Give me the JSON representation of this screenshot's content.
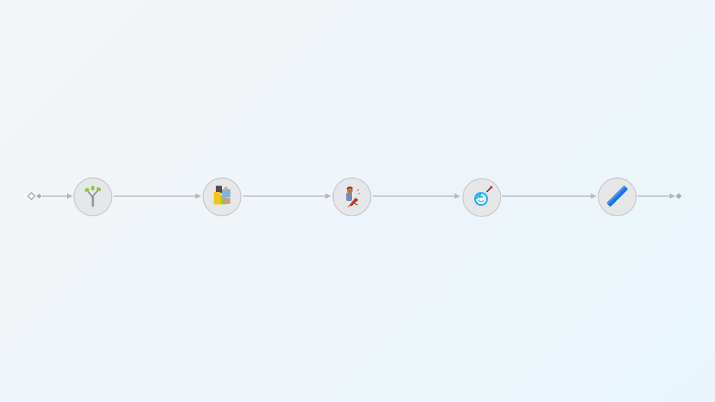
{
  "diagram": {
    "type": "linear-flow",
    "direction": "left-to-right",
    "start_marker": "diamond-markers",
    "end_marker": "diamond-marker",
    "nodes": [
      {
        "icon": "sapling-icon"
      },
      {
        "icon": "figures-icon"
      },
      {
        "icon": "rocket-person-icon"
      },
      {
        "icon": "spiral-icon"
      },
      {
        "icon": "ruler-icon"
      }
    ]
  },
  "colors": {
    "background_start": "#f4f5f7",
    "background_end": "#e8f6fc",
    "node_fill": "#e6e7e9",
    "node_stroke": "#c9cbcf",
    "connector": "#b7b9bd",
    "accent_green": "#8cc63f",
    "accent_blue": "#1a73e8",
    "accent_cyan": "#29b6f6",
    "accent_red": "#e53935"
  }
}
